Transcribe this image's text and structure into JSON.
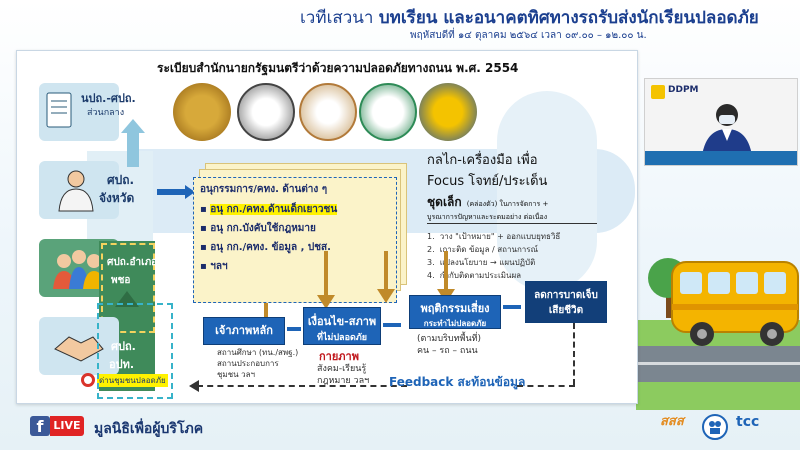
{
  "header": {
    "title_prefix": "เวทีเสวนา",
    "title_bold": "บทเรียน และอนาคตทิศทางรถรับส่งนักเรียนปลอดภัย",
    "subtitle": "พฤหัสบดีที่ ๑๔ ตุลาคม ๒๕๖๔ เวลา ๐๙.๐๐ – ๑๒.๐๐ น."
  },
  "slide": {
    "title": "ระเบียบสำนักนายกรัฐมนตรีว่าด้วยความปลอดภัยทางถนน พ.ศ. 2554",
    "left_labels": {
      "central": "นปถ.-ศปถ.",
      "central_sub": "ส่วนกลาง",
      "province_1": "ศปถ.",
      "province_2": "จังหวัด",
      "district_1": "ศปถ.อำเภอ",
      "district_2": "พชอ",
      "local_1": "ศปถ.",
      "local_2": "อปท.",
      "local_badge": "ด่านชุมชนปลอดภัย"
    },
    "committee": {
      "heading": "อนุกรรมการ/คทง. ด้านต่าง ๆ",
      "items": [
        "อนุ กก./คทง.ด้านเด็กเยาวชน",
        "อนุ กก.บังคับใช้กฎหมาย",
        "อนุ กก./คทง. ข้อมูล , ปชส.",
        "ฯลฯ"
      ]
    },
    "mechanism": {
      "line1": "กลไก-เครื่องมือ เพื่อ",
      "line2": "Focus โจทย์/ประเด็น",
      "line3": "ชุดเล็ก",
      "line3_small": "(คล่องตัว) ในการจัดการ +",
      "line4": "บูรณาการปัญหาและระดมอย่าง ต่อเนื่อง",
      "steps": [
        "วาง \"เป้าหมาย\" + ออกแบบยุทธวิธี",
        "เกาะติด ข้อมูล / สถานการณ์",
        "แปลงนโยบาย → แผนปฏิบัติ",
        "กำกับติดตามประเมินผล"
      ]
    },
    "chain": {
      "owner": "เจ้าภาพหลัก",
      "owner_sub": "สถานศึกษา (ทน./สพฐ.)\nสถานประกอบการ\nชุมชน วลฯ",
      "condition_1": "เงื่อนไข-สภาพ",
      "condition_2": "ที่ไม่ปลอดภัย",
      "physical": "กายภาพ",
      "condition_sub": "สังคม-เรียนรู้\nกฎหมาย วลฯ",
      "behavior_1": "พฤติกรรมเสี่ยง",
      "behavior_2": "กระทำไม่ปลอดภัย",
      "behavior_sub": "(ตามบริบทพื้นที่)\nคน – รถ – ถนน",
      "reduce_1": "ลดการบาดเจ็บ",
      "reduce_2": "เสียชีวิต"
    },
    "feedback": "Feedback สะท้อนข้อมูล"
  },
  "video": {
    "logo": "DDPM"
  },
  "footer": {
    "live": "LIVE",
    "org": "มูลนิธิเพื่อผู้บริโภค",
    "logo_thaihealth": "สสส",
    "logo_tcc": "tcc"
  },
  "colors": {
    "accent_blue": "#1e64b7",
    "title_blue": "#1b3f8f",
    "arrow_gold": "#c08a2a",
    "highlight_yellow": "#fff200",
    "red_text": "#c0161b",
    "facebook_blue": "#3b5998",
    "bus_yellow": "#f4b400"
  },
  "icons": [
    "facebook-icon",
    "live-icon",
    "person-icon",
    "target-icon",
    "bus-icon",
    "tree-icon"
  ]
}
